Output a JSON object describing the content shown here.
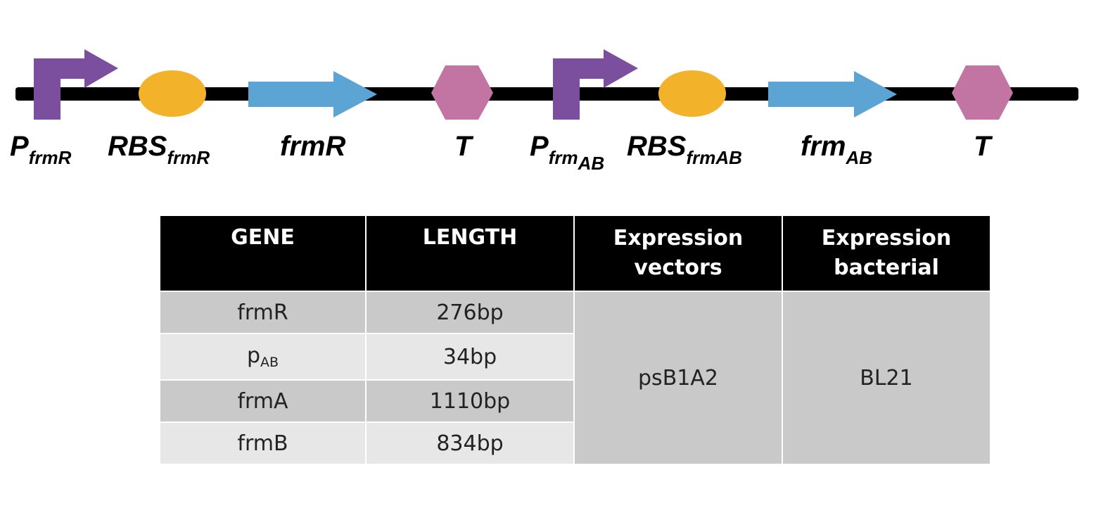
{
  "construct": {
    "colors": {
      "backbone": "#000000",
      "promoter": "#7b4f9e",
      "rbs": "#f2b32b",
      "cds": "#5ba4d4",
      "terminator": "#c274a3"
    },
    "labels": [
      {
        "main": "P",
        "sub": "frmR"
      },
      {
        "main": "RBS",
        "sub": "frmR"
      },
      {
        "main": "frmR",
        "sub": ""
      },
      {
        "main": "T",
        "sub": ""
      },
      {
        "main": "P",
        "sub": "frm",
        "sub2": "AB"
      },
      {
        "main": "RBS",
        "sub": "frmAB"
      },
      {
        "main": "frm",
        "sub": "AB"
      },
      {
        "main": "T",
        "sub": ""
      }
    ]
  },
  "table": {
    "headers": {
      "gene": "GENE",
      "length": "LENGTH",
      "vectors_line1": "Expression",
      "vectors_line2": "vectors",
      "bacterial_line1": "Expression",
      "bacterial_line2": "bacterial"
    },
    "rows": [
      {
        "gene": "frmR",
        "length": "276bp"
      },
      {
        "gene": "p",
        "gene_sub": "AB",
        "length": "34bp"
      },
      {
        "gene": "frmA",
        "length": "1110bp"
      },
      {
        "gene": "frmB",
        "length": "834bp"
      }
    ],
    "vector": "psB1A2",
    "bacterial": "BL21"
  }
}
